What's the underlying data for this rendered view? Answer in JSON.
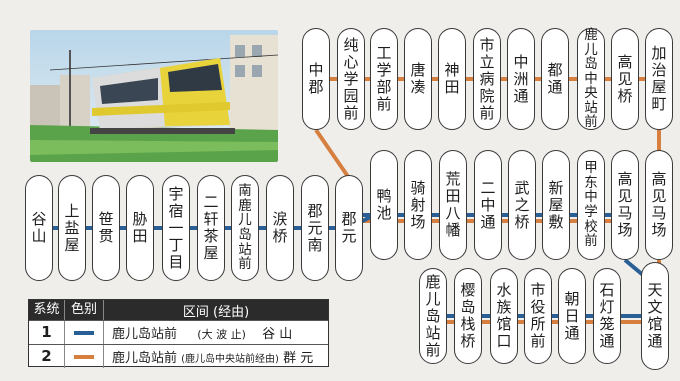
{
  "map": {
    "stations_route2_branch": [
      "中郡",
      "纯心学园前",
      "工学部前",
      "唐凑",
      "神田",
      "市立病院前",
      "中洲通",
      "都通",
      "鹿儿岛中央站前",
      "高见桥",
      "加治屋町"
    ],
    "stations_route1_branch": [
      "谷山",
      "上盐屋",
      "笹贯",
      "胁田",
      "宇宿一丁目",
      "二轩茶屋",
      "南鹿儿岛站前",
      "涙桥",
      "郡元南"
    ],
    "stations_middle_row": [
      "郡元",
      "鸭池",
      "骑射场",
      "荒田八幡",
      "二中通",
      "武之桥",
      "新屋敷",
      "甲东中学校前",
      "高见马场"
    ],
    "stations_bottom_row": [
      "鹿儿岛站前",
      "樱岛栈桥",
      "水族馆口",
      "市役所前",
      "朝日通",
      "石灯笼通",
      "天文馆通"
    ],
    "station_top_right": "高见马场"
  },
  "colors": {
    "route1": "#2a5f95",
    "route2": "#d77f3e"
  },
  "legend": {
    "header": {
      "col_system": "系统",
      "col_color": "色别",
      "col_section": "区间 (经由)"
    },
    "rows": [
      {
        "number": "1",
        "color": "#2a5f95",
        "from": "鹿儿岛站前",
        "via": "(大 波 止)",
        "to": "谷 山"
      },
      {
        "number": "2",
        "color": "#d77f3e",
        "from": "鹿儿岛站前",
        "via": "(鹿儿岛中央站前经由)",
        "to": "群 元"
      }
    ]
  }
}
